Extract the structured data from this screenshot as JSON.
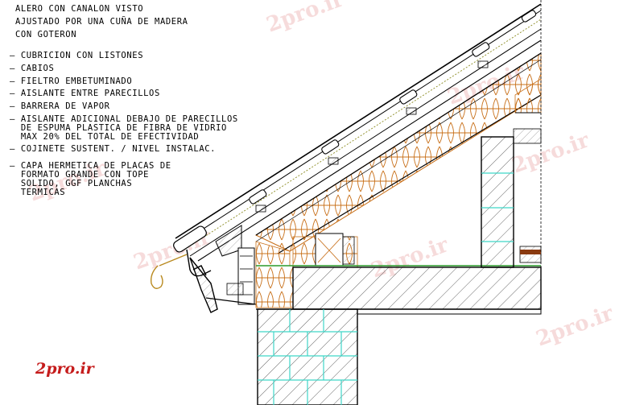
{
  "title_lines": [
    "ALERO CON CANALON VISTO",
    "AJUSTADO POR UNA CUÑA DE MADERA",
    "CON GOTERON"
  ],
  "legend_items": [
    [
      "— CUBRICION CON LISTONES"
    ],
    [
      "— CABIOS"
    ],
    [
      "— FIELTRO EMBETUMINADO"
    ],
    [
      "— AISLANTE ENTRE PARECILLOS"
    ],
    [
      "— BARRERA DE VAPOR"
    ],
    [
      "— AISLANTE ADICIONAL DEBAJO DE PARECILLOS",
      "  DE ESPUMA PLASTICA DE FIBRA DE VIDRIO",
      "  MAX 20% DEL TOTAL DE EFECTIVIDAD"
    ],
    [
      "— COJINETE SUSTENT. / NIVEL INSTALAC."
    ],
    [
      "— CAPA HERMETICA DE PLACAS DE",
      "  FORMATO GRANDE CON TOPE",
      "  SOLIDO, GGF PLANCHAS",
      "  TERMICAS"
    ]
  ],
  "watermark_text": "2pro.ir",
  "logo_text": "2pro.ir",
  "colors": {
    "insulation": "#c8701a",
    "hatch": "#555555",
    "mortar": "#3fd6c8",
    "green": "#2a9a2a",
    "logo": "#c51c1c",
    "watermark": "#f2c9c9"
  }
}
